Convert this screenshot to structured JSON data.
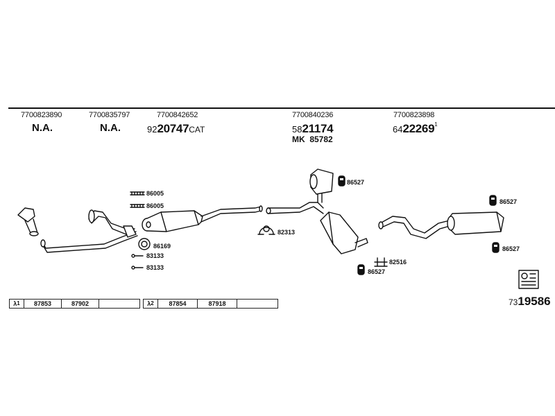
{
  "part_columns": [
    {
      "pn": "7700823890",
      "code": "N.A."
    },
    {
      "pn": "7700835797",
      "code": "N.A."
    },
    {
      "pn": "7700842652",
      "code_prefix": "92",
      "code_main": "20747",
      "code_suffix": "CAT"
    },
    {
      "pn": "7700840236",
      "code_prefix": "58",
      "code_main": "21174",
      "extra": "MK  85782"
    },
    {
      "pn": "7700823898",
      "code_prefix": "64",
      "code_main": "22269",
      "code_sup": "1"
    }
  ],
  "component_labels": {
    "bracket_a": "86005",
    "bracket_b": "86005",
    "gasket": "86169",
    "bolt_a": "83133",
    "bolt_b": "83133",
    "clamp": "82313",
    "hanger_mid_top": "86527",
    "hanger_mid_bottom": "86527",
    "clip": "82516",
    "hanger_rear_top": "86527",
    "hanger_rear_bottom": "86527"
  },
  "lambda_tables": [
    {
      "symbol": "λ",
      "index": "1",
      "values": [
        "87853",
        "87902",
        ""
      ]
    },
    {
      "symbol": "λ",
      "index": "2",
      "values": [
        "87854",
        "87918",
        ""
      ]
    }
  ],
  "diagram_number": {
    "prefix": "73",
    "main": "19586"
  }
}
